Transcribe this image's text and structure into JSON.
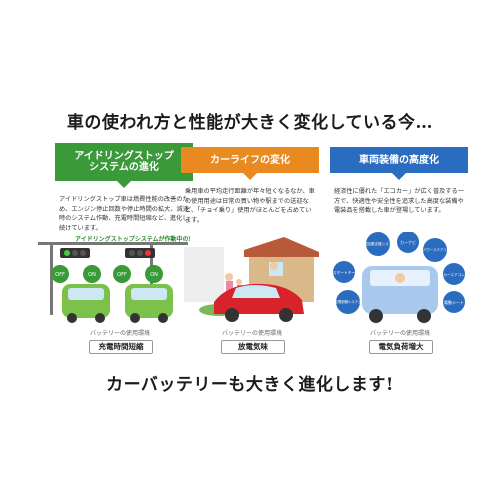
{
  "headline_top": "車の使われ方と性能が大きく変化している今…",
  "headline_bottom": "カーバッテリーも大きく進化します!",
  "columns": [
    {
      "title_line1": "アイドリングストップ",
      "title_line2": "システムの進化",
      "description": "アイドリングストップ車は燃費性能の改善のため、エンジン停止回数や停止時間の拡大、減速時のシステム作動、充電時間短縮など、進化し続けています。",
      "illust_banner": "アイドリングストップシステムが作動中の車",
      "signal_off": "OFF",
      "signal_on": "ON",
      "caption": "バッテリーの使用環境",
      "pill": "充電時間短縮",
      "color": "#3a9a3a"
    },
    {
      "title_line1": "カーライフの変化",
      "title_line2": "",
      "description": "乗用車の平均走行距離が年々短くなるなか、車の使用用途は日常の買い物や駅までの送迎など、「チョイ乗り」使用がほとんどを占めています。",
      "caption": "バッテリーの使用環境",
      "pill": "放電気味",
      "color": "#e98a20"
    },
    {
      "title_line1": "車両装備の高度化",
      "title_line2": "",
      "description": "経済性に優れた「エコカー」が広く普及する一方で、快適性や安全性を追求した高度な装備や電装品を搭載した車が登場しています。",
      "bubbles": [
        "衝突回避支援システム",
        "カーナビ",
        "電動パワーステアリング",
        "カーエアコン",
        "充電制御システム",
        "電動シート",
        "スマートキー"
      ],
      "caption": "バッテリーの使用環境",
      "pill": "電気負荷増大",
      "color": "#2a6cc0"
    }
  ]
}
